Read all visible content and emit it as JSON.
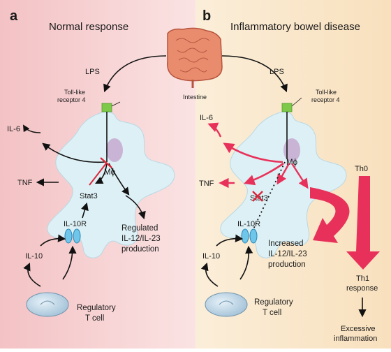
{
  "panel_a": {
    "letter": "a",
    "title": "Normal response",
    "labels": {
      "lps": "LPS",
      "tlr_line1": "Toll-like",
      "tlr_line2": "receptor 4",
      "il6": "IL-6",
      "tnf": "TNF",
      "mphi": "Mϕ",
      "stat3": "Stat3",
      "il10r": "IL-10R",
      "il10": "IL-10",
      "regulated_line1": "Regulated",
      "regulated_line2": "IL-12/IL-23",
      "regulated_line3": "production",
      "treg_line1": "Regulatory",
      "treg_line2": "T cell"
    }
  },
  "panel_b": {
    "letter": "b",
    "title": "Inflammatory bowel disease",
    "labels": {
      "lps": "LPS",
      "tlr_line1": "Toll-like",
      "tlr_line2": "receptor 4",
      "il6": "IL-6",
      "tnf": "TNF",
      "mphi": "Mϕ",
      "stat3": "Stat3",
      "th0": "Th0",
      "il10r": "IL-10R",
      "il10": "IL-10",
      "increased_line1": "Increased",
      "increased_line2": "IL-12/IL-23",
      "increased_line3": "production",
      "th1_line1": "Th1",
      "th1_line2": "response",
      "excessive_line1": "Excessive",
      "excessive_line2": "inflammation",
      "treg_line1": "Regulatory",
      "treg_line2": "T cell"
    }
  },
  "intestine_label": "Intestine",
  "colors": {
    "panel_a_bg": "#f6d3d3",
    "panel_b_bg": "#fbead0",
    "cell_fill": "#ddf0f5",
    "tlr_green": "#7fc94a",
    "receptor_blue": "#6ec6ea",
    "nucleus": "#c9b4d6",
    "inhibit_red": "#d9283a",
    "amplify_pink": "#e8315a",
    "arrow_black": "#111111"
  }
}
